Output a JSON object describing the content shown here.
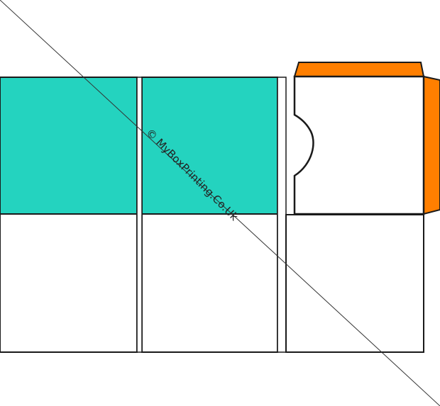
{
  "diagram": {
    "type": "box-dieline",
    "watermark": "© MyBoxPrinting.Co.Uk",
    "colors": {
      "panel_fill": "#24D3BF",
      "flap_fill": "#FF7F00",
      "outline": "#1a1a1a",
      "background": "#FFFFFF"
    },
    "panels": [
      {
        "id": "panel-1-top",
        "fill": "teal"
      },
      {
        "id": "panel-2-top",
        "fill": "teal"
      },
      {
        "id": "panel-3-top-thumbnotch",
        "fill": "white"
      },
      {
        "id": "panel-1-bottom",
        "fill": "white"
      },
      {
        "id": "panel-2-bottom",
        "fill": "white"
      },
      {
        "id": "panel-3-bottom",
        "fill": "white"
      },
      {
        "id": "flap-top",
        "fill": "orange"
      },
      {
        "id": "flap-side",
        "fill": "orange"
      }
    ]
  }
}
